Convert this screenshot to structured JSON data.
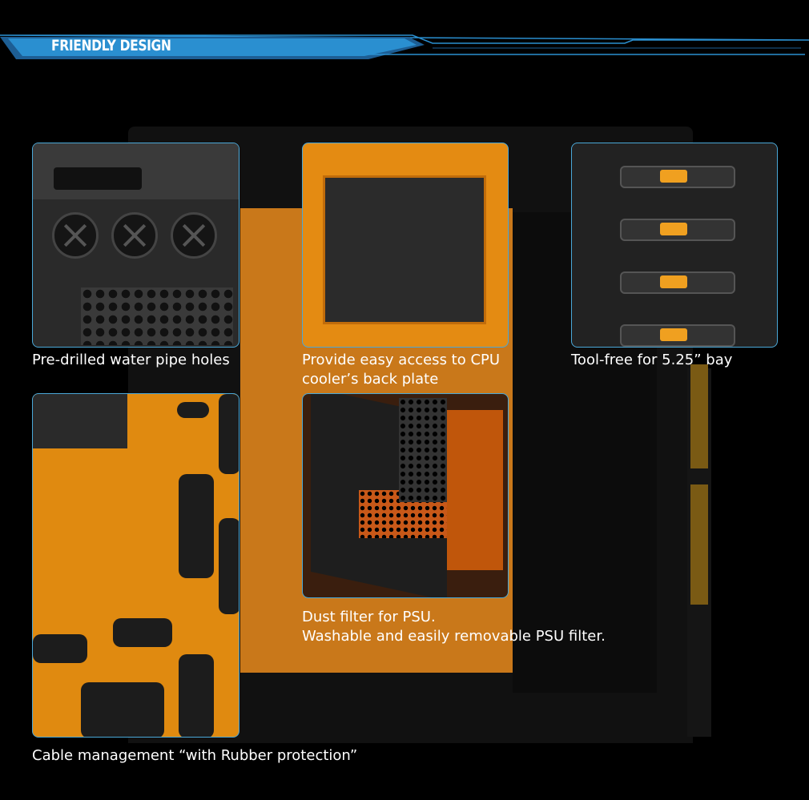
{
  "header": {
    "title": "FRIENDLY DESIGN"
  },
  "colors": {
    "accent_blue": "#2a8fd0",
    "orange": "#e48b12",
    "background": "#000000"
  },
  "features": [
    {
      "caption": "Pre-drilled water pipe holes"
    },
    {
      "caption_line1": "Provide easy access to CPU",
      "caption_line2": "cooler’s back plate"
    },
    {
      "caption": "Tool-free for 5.25” bay"
    },
    {
      "caption_line1": "Dust filter for PSU.",
      "caption_line2": "Washable and easily removable PSU filter."
    },
    {
      "caption": "Cable management “with Rubber protection”"
    }
  ]
}
